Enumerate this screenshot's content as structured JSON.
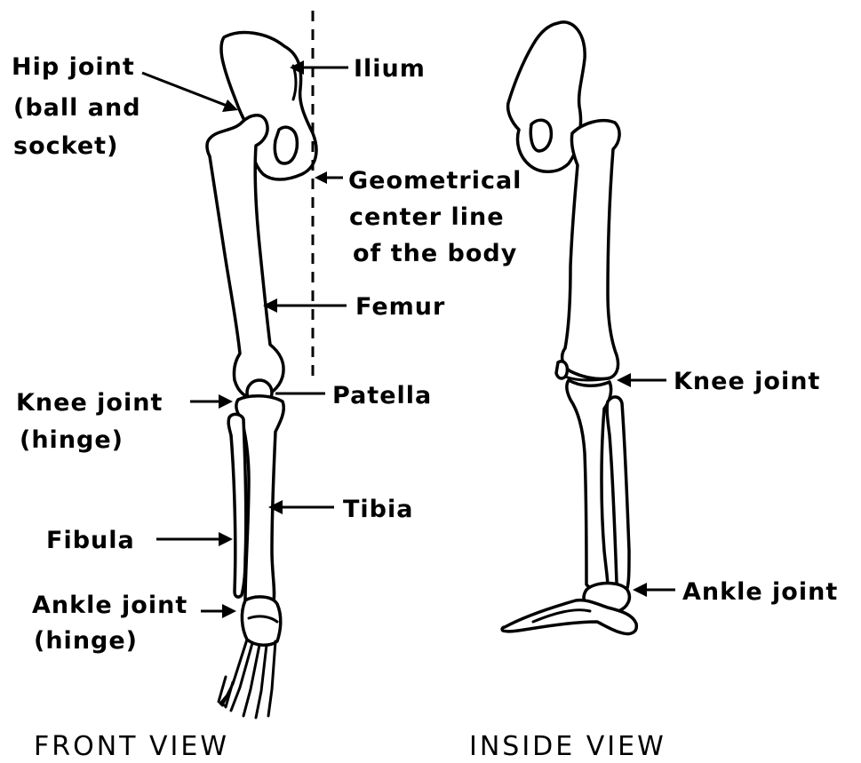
{
  "front_view": {
    "caption": "FRONT VIEW",
    "labels": {
      "hip_joint": [
        "Hip joint",
        "(ball and",
        "socket)"
      ],
      "ilium": "Ilium",
      "center_line": [
        "Geometrical",
        "center line",
        "of the body"
      ],
      "femur": "Femur",
      "knee_joint": [
        "Knee  joint",
        "(hinge)"
      ],
      "patella": "Patella",
      "tibia": "Tibia",
      "fibula": "Fibula",
      "ankle_joint": [
        "Ankle joint",
        "(hinge)"
      ]
    }
  },
  "inside_view": {
    "caption": "INSIDE  VIEW",
    "labels": {
      "knee_joint": "Knee joint",
      "ankle_joint": "Ankle joint"
    }
  }
}
